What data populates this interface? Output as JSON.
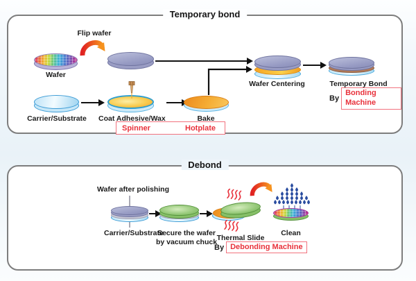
{
  "colors": {
    "accent_red": "#e8313b",
    "red_box_border": "#f2727e",
    "panel_border": "#7d7d7d",
    "arrow_black": "#111111"
  },
  "temporary_bond": {
    "title": "Temporary bond",
    "flip_wafer": "Flip wafer",
    "wafer": "Wafer",
    "carrier_substrate": "Carrier/Substrate",
    "coat_adhesive": "Coat Adhesive/Wax",
    "bake": "Bake",
    "spinner": "Spinner",
    "hotplate": "Hotplate",
    "wafer_centering": "Wafer Centering",
    "temporary_bond": "Temporary Bond",
    "by": "By",
    "bonding_machine": "Bonding Machine"
  },
  "debond": {
    "title": "Debond",
    "wafer_after_polishing": "Wafer after polishing",
    "carrier_substrate": "Carrier/Substrate",
    "secure_line1": "Secure the wafer",
    "secure_line2": "by vacuum chuck",
    "thermal_slide": "Thermal Slide",
    "by": "By",
    "debonding_machine": "Debonding Machine",
    "clean": "Clean"
  }
}
